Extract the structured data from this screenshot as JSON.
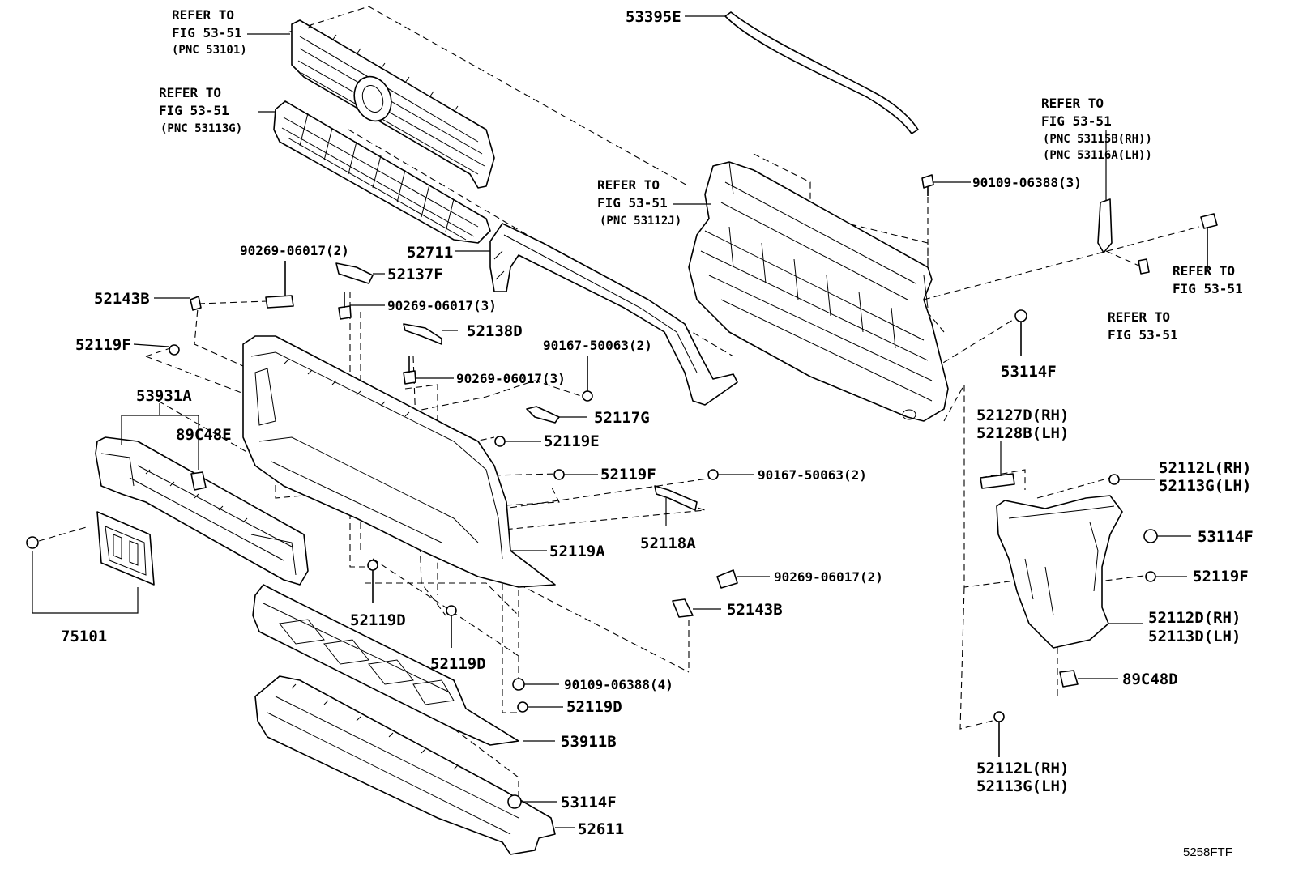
{
  "diagram_id": "5258FTF",
  "refs": {
    "grille": {
      "l1": "REFER TO",
      "l2": "FIG 53-51",
      "l3": "(PNC 53101)"
    },
    "grille_lower": {
      "l1": "REFER TO",
      "l2": "FIG 53-51",
      "l3": "(PNC 53113G)"
    },
    "support": {
      "l1": "REFER TO",
      "l2": "FIG 53-51",
      "l3": "(PNC 53112J)"
    },
    "bracket": {
      "l1": "REFER TO",
      "l2": "FIG 53-51",
      "l3": "(PNC 53115B(RH))",
      "l4": "(PNC 53116A(LH))"
    },
    "clip_a": {
      "l1": "REFER TO",
      "l2": "FIG 53-51"
    },
    "clip_b": {
      "l1": "REFER TO",
      "l2": "FIG 53-51"
    }
  },
  "labels": {
    "p53395E": "53395E",
    "p90109_06388_3": "90109-06388(3)",
    "p52711": "52711",
    "p90269_06017_2a": "90269-06017(2)",
    "p52137F": "52137F",
    "p52143B_a": "52143B",
    "p90269_06017_3a": "90269-06017(3)",
    "p52138D": "52138D",
    "p52119F_a": "52119F",
    "p90167_50063_2a": "90167-50063(2)",
    "p90269_06017_3b": "90269-06017(3)",
    "p53931A": "53931A",
    "p89C48E": "89C48E",
    "p52117G": "52117G",
    "p52119E": "52119E",
    "p52119F_b": "52119F",
    "p90167_50063_2b": "90167-50063(2)",
    "p52118A": "52118A",
    "p52119A": "52119A",
    "p53114F_a": "53114F",
    "p52127D": "52127D(RH)",
    "p52128B": "52128B(LH)",
    "p52112L_a": "52112L(RH)",
    "p52113G_a": "52113G(LH)",
    "p53114F_b": "53114F",
    "p52119F_c": "52119F",
    "p52112D": "52112D(RH)",
    "p52113D": "52113D(LH)",
    "p89C48D": "89C48D",
    "p52112L_b": "52112L(RH)",
    "p52113G_b": "52113G(LH)",
    "p75101": "75101",
    "p52119D_a": "52119D",
    "p52119D_b": "52119D",
    "p90269_06017_2b": "90269-06017(2)",
    "p52143B_b": "52143B",
    "p90109_06388_4": "90109-06388(4)",
    "p52119D_c": "52119D",
    "p53911B": "53911B",
    "p53114F_c": "53114F",
    "p52611": "52611"
  }
}
